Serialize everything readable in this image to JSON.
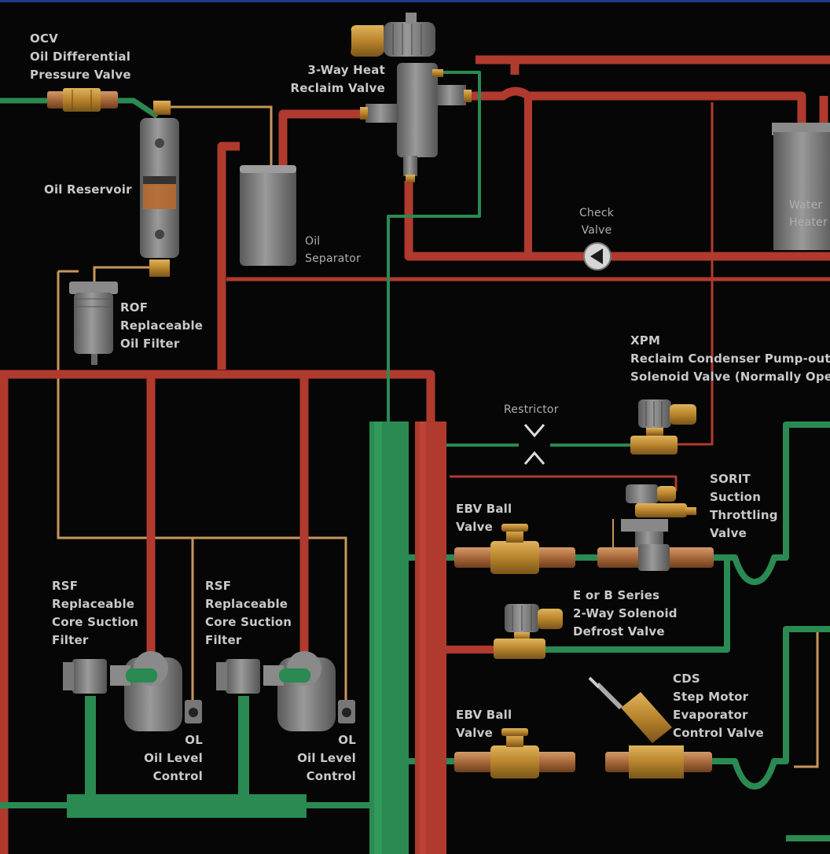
{
  "colors": {
    "background": "#060606",
    "hot_gas_line": "#b03a2e",
    "suction_line": "#2a8a52",
    "oil_line": "#c8965a",
    "component_body": "#7c7c7c",
    "brass_valve": "#b8842c",
    "label_text": "#c9c9c9",
    "top_edge_accent": "#1e3a8a"
  },
  "labels": {
    "ocv": {
      "l1": "OCV",
      "l2": "Oil Differential",
      "l3": "Pressure Valve"
    },
    "three_way": {
      "l1": "3-Way Heat",
      "l2": "Reclaim Valve"
    },
    "oil_reservoir": "Oil Reservoir",
    "oil_separator": {
      "l1": "Oil",
      "l2": "Separator"
    },
    "water_heater": {
      "l1": "Water",
      "l2": "Heater"
    },
    "check_valve": {
      "l1": "Check",
      "l2": "Valve"
    },
    "rof": {
      "l1": "ROF",
      "l2": "Replaceable",
      "l3": "Oil Filter"
    },
    "xpm": {
      "l1": "XPM",
      "l2": "Reclaim Condenser Pump-out",
      "l3": "Solenoid Valve (Normally Open)"
    },
    "restrictor": "Restrictor",
    "sorit": {
      "l1": "SORIT",
      "l2": "Suction",
      "l3": "Throttling",
      "l4": "Valve"
    },
    "ebv_ball_1": {
      "l1": "EBV Ball",
      "l2": "Valve"
    },
    "e_or_b": {
      "l1": "E or B Series",
      "l2": "2-Way Solenoid",
      "l3": "Defrost Valve"
    },
    "rsf_1": {
      "l1": "RSF",
      "l2": "Replaceable",
      "l3": "Core Suction",
      "l4": "Filter"
    },
    "rsf_2": {
      "l1": "RSF",
      "l2": "Replaceable",
      "l3": "Core Suction",
      "l4": "Filter"
    },
    "ol_1": {
      "l1": "OL",
      "l2": "Oil Level",
      "l3": "Control"
    },
    "ol_2": {
      "l1": "OL",
      "l2": "Oil Level",
      "l3": "Control"
    },
    "cds": {
      "l1": "CDS",
      "l2": "Step Motor",
      "l3": "Evaporator",
      "l4": "Control Valve"
    },
    "ebv_ball_2": {
      "l1": "EBV Ball",
      "l2": "Valve"
    }
  },
  "icons": {
    "check_valve": "left-pointing-triangle-in-circle",
    "restrictor": "chevron-pair"
  }
}
